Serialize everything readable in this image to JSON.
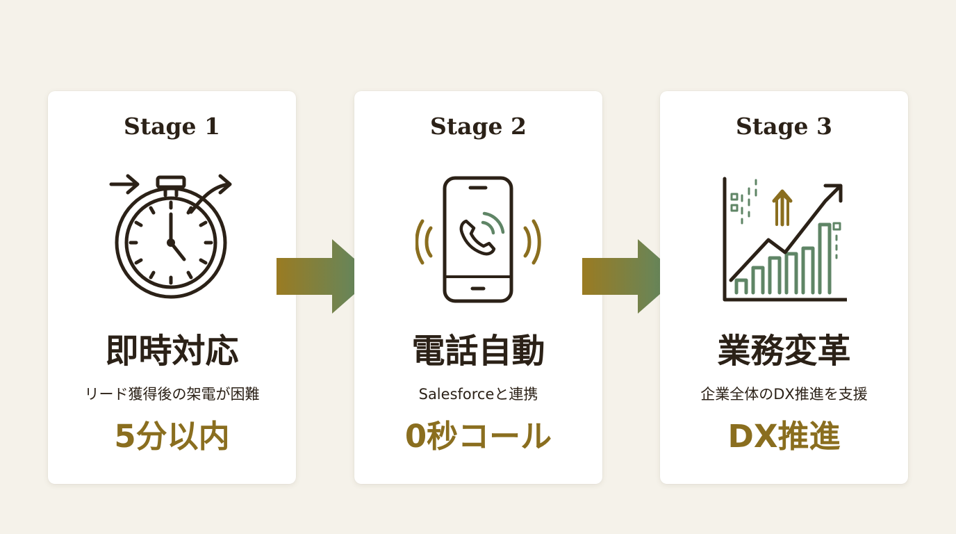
{
  "colors": {
    "background": "#f5f2ea",
    "card": "#ffffff",
    "text_dark": "#2b2117",
    "gold": "#8a6e1f",
    "green": "#5f8566"
  },
  "stages": [
    {
      "label": "Stage 1",
      "icon": "stopwatch-icon",
      "heading": "即時対応",
      "description": "リード獲得後の架電が困難",
      "metric": "5分以内"
    },
    {
      "label": "Stage 2",
      "icon": "ringing-smartphone-icon",
      "heading": "電話自動",
      "description": "Salesforceと連携",
      "metric": "0秒コール"
    },
    {
      "label": "Stage 3",
      "icon": "growth-chart-icon",
      "heading": "業務変革",
      "description": "企業全体のDX推進を支援",
      "metric": "DX推進"
    }
  ]
}
